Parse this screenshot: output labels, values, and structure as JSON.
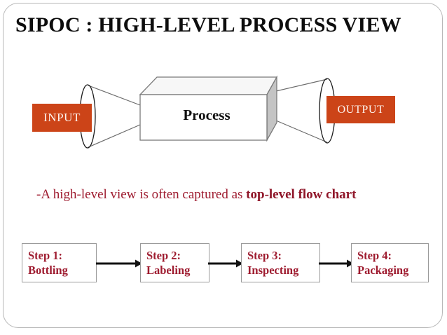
{
  "slide": {
    "title": "SIPOC : HIGH-LEVEL PROCESS VIEW",
    "background_color": "#ffffff",
    "frame_border_color": "#b8b8b8"
  },
  "sipoc": {
    "input_label": "INPUT",
    "output_label": "OUTPUT",
    "process_label": "Process",
    "input_box_color": "#cc4418",
    "output_box_color": "#cc4418",
    "io_text_color": "#fdf3ee",
    "process_front_color": "#ffffff",
    "process_top_color": "#f2f2f2",
    "process_side_color": "#bfbfbf",
    "outline_color": "#6b6b6b",
    "funnel_left_name": "left-funnel",
    "funnel_right_name": "right-funnel"
  },
  "caption": {
    "text_plain": "-A high-level view is often captured as ",
    "text_bold": "top-level flow chart",
    "color": "#9e1b2f"
  },
  "flow": {
    "steps": [
      {
        "line1": "Step 1:",
        "line2": "Bottling"
      },
      {
        "line1": "Step 2:",
        "line2": "Labeling"
      },
      {
        "line1": "Step 3:",
        "line2": "Inspecting"
      },
      {
        "line1": "Step 4:",
        "line2": "Packaging"
      }
    ],
    "arrow_color": "#111111",
    "box_border_color": "#9a9a9a",
    "box_text_color": "#9e1b2f"
  }
}
